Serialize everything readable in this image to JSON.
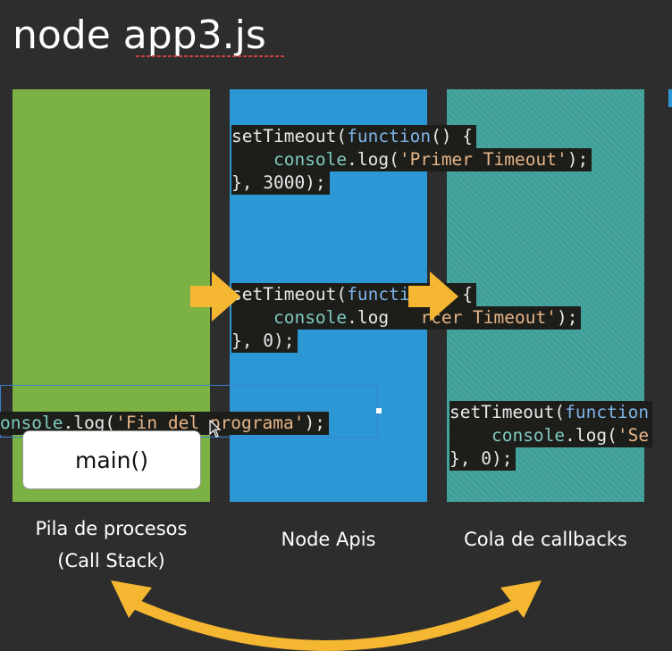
{
  "slide": {
    "title": "node app3.js"
  },
  "columns": {
    "stack_label_line1": "Pila de procesos",
    "stack_label_line2": "(Call Stack)",
    "apis_label": "Node Apis",
    "queue_label": "Cola de callbacks"
  },
  "call_stack": {
    "main_label": "main()",
    "current_line": {
      "text_pre": "onsole",
      "dot": ".",
      "log": "log(",
      "str": "'Fin del programa'",
      "end": ");"
    }
  },
  "apis": {
    "block1": {
      "kw_set": "setTimeout(",
      "kw_fn": "function",
      "after_fn": "() {",
      "indent": "    ",
      "console": "console",
      "log": ".log(",
      "str": "'Primer Timeout'",
      "end1": ");",
      "close": "}, 3000);"
    },
    "block2": {
      "kw_set": "setTimeout(",
      "kw_fn": "function",
      "after_fn": "() {",
      "indent": "    ",
      "console": "console",
      "log": ".log(",
      "str": "'Tercer Timeout'",
      "end1": ");",
      "close": "}, 0);",
      "visible_str": "rcer Timeout'",
      "visible_log": ".log"
    }
  },
  "queue": {
    "block": {
      "kw_set": "setTimeout(",
      "kw_fn": "function",
      "indent": "    ",
      "console": "console",
      "log": ".log(",
      "str": "'Se",
      "close": "}, 0);"
    }
  },
  "colors": {
    "background": "#2d2d2d",
    "stack": "#7cb243",
    "apis": "#2b98d5",
    "queue": "#3e9e98",
    "arrow": "#f5b731"
  },
  "icons": [
    "right-arrow-icon",
    "curved-double-arrow-icon",
    "mouse-cursor-icon"
  ]
}
